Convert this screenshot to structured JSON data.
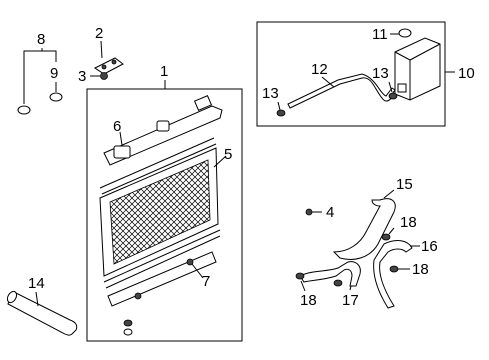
{
  "callouts": {
    "c1": "1",
    "c2": "2",
    "c3": "3",
    "c4": "4",
    "c5": "5",
    "c6": "6",
    "c7": "7",
    "c8": "8",
    "c9": "9",
    "c10": "10",
    "c11": "11",
    "c12": "12",
    "c13a": "13",
    "c13b": "13",
    "c14": "14",
    "c15": "15",
    "c16": "16",
    "c17": "17",
    "c18a": "18",
    "c18b": "18",
    "c18c": "18"
  }
}
